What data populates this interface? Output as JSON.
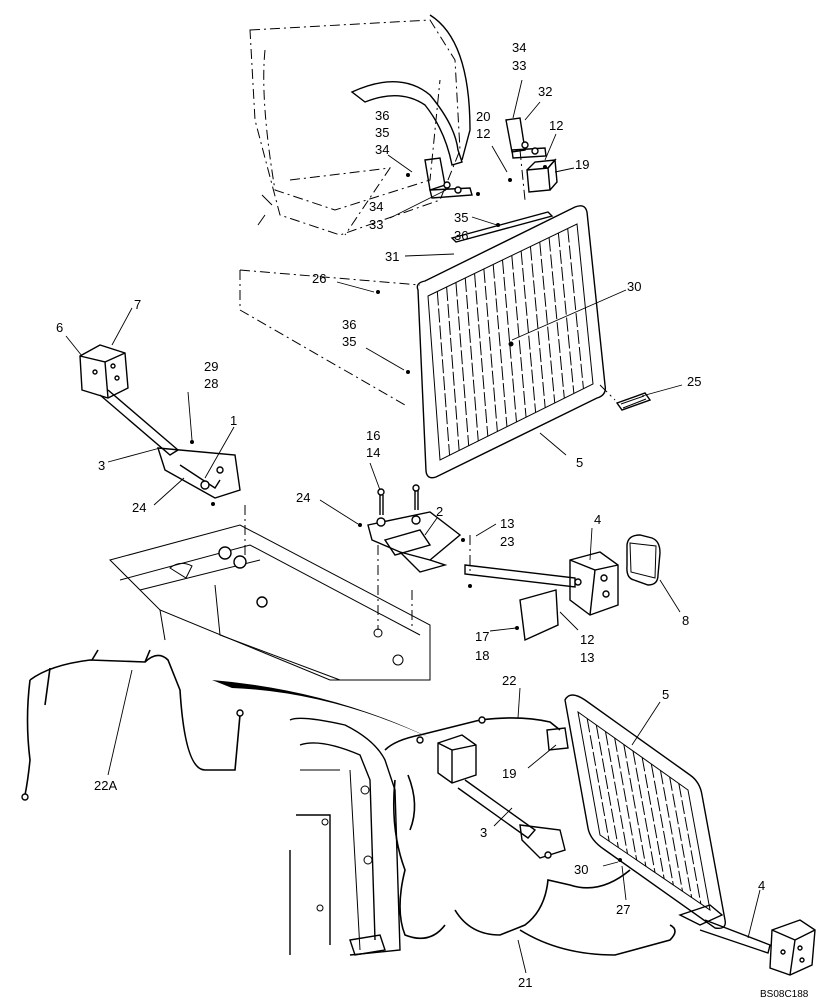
{
  "diagram": {
    "drawing_code": "BS08C188",
    "callouts": [
      {
        "id": "c34a",
        "text": "34"
      },
      {
        "id": "c33a",
        "text": "33"
      },
      {
        "id": "c32",
        "text": "32"
      },
      {
        "id": "c36a",
        "text": "36"
      },
      {
        "id": "c35a",
        "text": "35"
      },
      {
        "id": "c34b",
        "text": "34"
      },
      {
        "id": "c20",
        "text": "20"
      },
      {
        "id": "c12a",
        "text": "12"
      },
      {
        "id": "c12b",
        "text": "12"
      },
      {
        "id": "c19a",
        "text": "19"
      },
      {
        "id": "c34c",
        "text": "34"
      },
      {
        "id": "c33b",
        "text": "33"
      },
      {
        "id": "c35b",
        "text": "35"
      },
      {
        "id": "c36b",
        "text": "36"
      },
      {
        "id": "c31",
        "text": "31"
      },
      {
        "id": "c26",
        "text": "26"
      },
      {
        "id": "c30a",
        "text": "30"
      },
      {
        "id": "c7",
        "text": "7"
      },
      {
        "id": "c6",
        "text": "6"
      },
      {
        "id": "c36c",
        "text": "36"
      },
      {
        "id": "c35c",
        "text": "35"
      },
      {
        "id": "c29",
        "text": "29"
      },
      {
        "id": "c28",
        "text": "28"
      },
      {
        "id": "c25",
        "text": "25"
      },
      {
        "id": "c1",
        "text": "1"
      },
      {
        "id": "c3a",
        "text": "3"
      },
      {
        "id": "c16",
        "text": "16"
      },
      {
        "id": "c14",
        "text": "14"
      },
      {
        "id": "c5a",
        "text": "5"
      },
      {
        "id": "c24a",
        "text": "24"
      },
      {
        "id": "c24b",
        "text": "24"
      },
      {
        "id": "c2",
        "text": "2"
      },
      {
        "id": "c13a",
        "text": "13"
      },
      {
        "id": "c23",
        "text": "23"
      },
      {
        "id": "c4a",
        "text": "4"
      },
      {
        "id": "c8",
        "text": "8"
      },
      {
        "id": "c17",
        "text": "17"
      },
      {
        "id": "c18",
        "text": "18"
      },
      {
        "id": "c12c",
        "text": "12"
      },
      {
        "id": "c13b",
        "text": "13"
      },
      {
        "id": "c22",
        "text": "22"
      },
      {
        "id": "c5b",
        "text": "5"
      },
      {
        "id": "c22A",
        "text": "22A"
      },
      {
        "id": "c19b",
        "text": "19"
      },
      {
        "id": "c3b",
        "text": "3"
      },
      {
        "id": "c30b",
        "text": "30"
      },
      {
        "id": "c27",
        "text": "27"
      },
      {
        "id": "c4b",
        "text": "4"
      },
      {
        "id": "c21",
        "text": "21"
      }
    ]
  }
}
